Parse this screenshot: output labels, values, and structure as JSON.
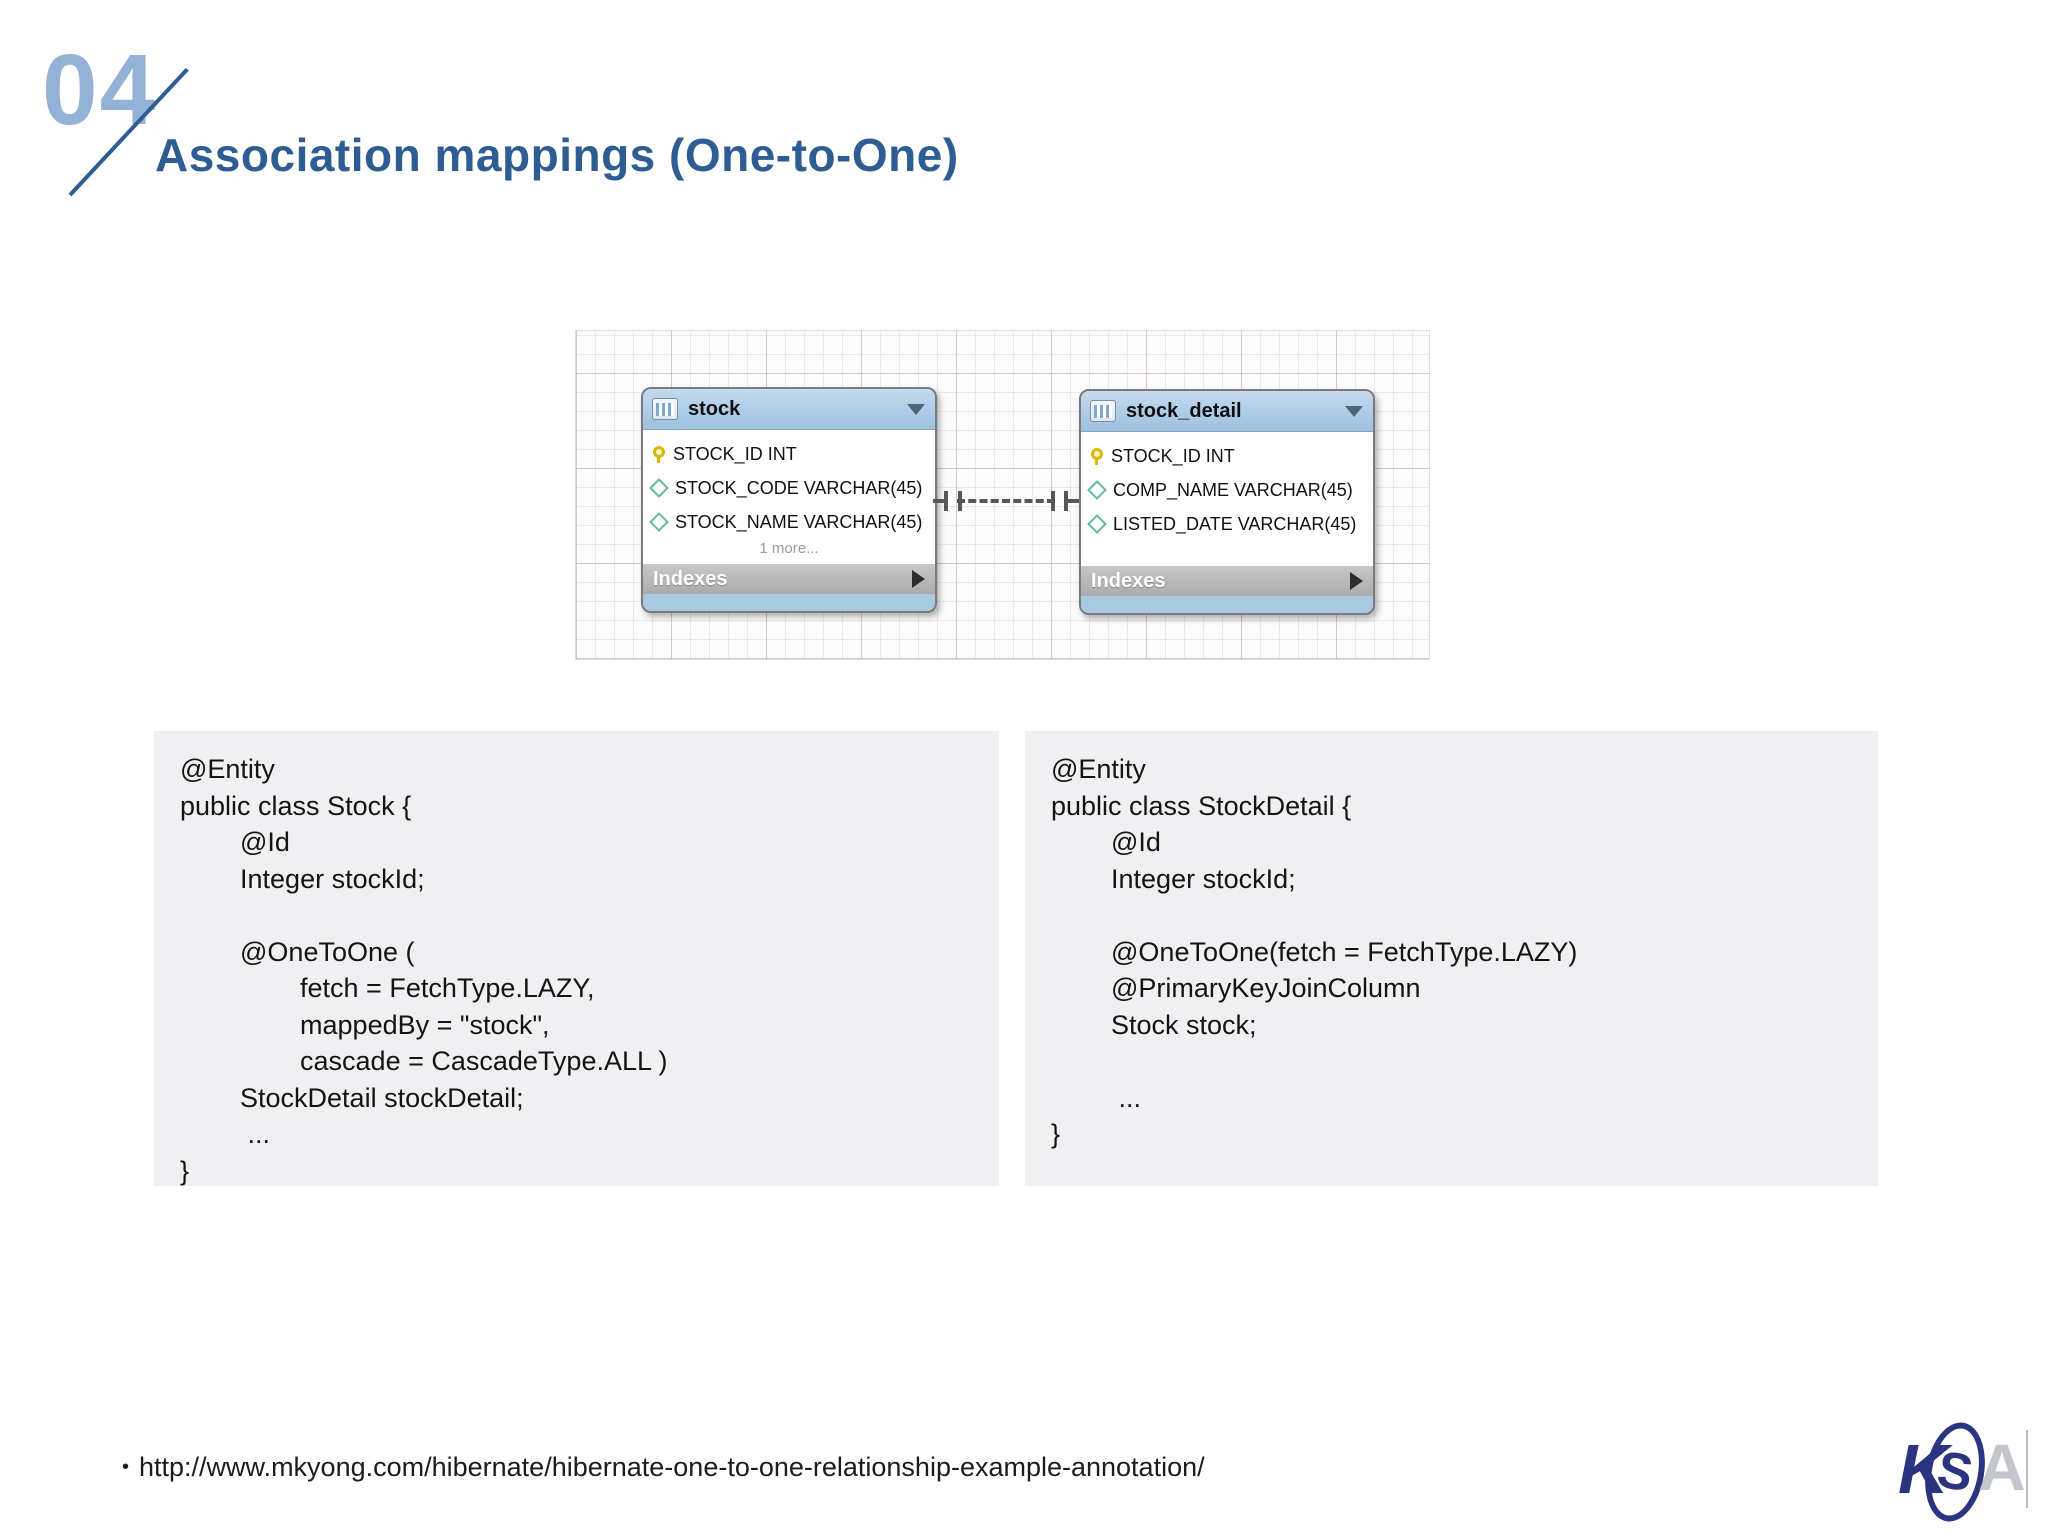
{
  "slide": {
    "number": "04",
    "title": "Association mappings (One-to-One)"
  },
  "erd": {
    "relationship": "one-to-one",
    "tables": [
      {
        "name": "stock",
        "columns": [
          {
            "icon": "key",
            "text": "STOCK_ID INT"
          },
          {
            "icon": "diamond",
            "text": "STOCK_CODE VARCHAR(45)"
          },
          {
            "icon": "diamond",
            "text": "STOCK_NAME VARCHAR(45)"
          }
        ],
        "more_label": "1 more...",
        "indexes_label": "Indexes"
      },
      {
        "name": "stock_detail",
        "columns": [
          {
            "icon": "key",
            "text": "STOCK_ID INT"
          },
          {
            "icon": "diamond",
            "text": "COMP_NAME VARCHAR(45)"
          },
          {
            "icon": "diamond",
            "text": "LISTED_DATE VARCHAR(45)"
          }
        ],
        "indexes_label": "Indexes"
      }
    ]
  },
  "code_panels": [
    {
      "code": "@Entity\npublic class Stock {\n        @Id\n        Integer stockId;\n\n        @OneToOne (\n                fetch = FetchType.LAZY,\n                mappedBy = \"stock\",\n                cascade = CascadeType.ALL )\n        StockDetail stockDetail;\n         ...\n}"
    },
    {
      "code": "@Entity\npublic class StockDetail {\n        @Id\n        Integer stockId;\n\n        @OneToOne(fetch = FetchType.LAZY)\n        @PrimaryKeyJoinColumn\n        Stock stock;\n\n         ...\n}"
    }
  ],
  "footer": {
    "bullet": "•",
    "url": "http://www.mkyong.com/hibernate/hibernate-one-to-one-relationship-example-annotation/"
  },
  "logo": {
    "k": "K",
    "s": "S",
    "a": "A"
  },
  "colors": {
    "slide_number": "#94b1d6",
    "title": "#2e5d94",
    "table_header": "#a9c9e0",
    "indexes_bar": "#b5b5b5",
    "code_panel_bg": "#f0eff2",
    "key_icon": "#d9b70c",
    "diamond_icon": "#63bd9b",
    "connector": "#575757",
    "logo_navy": "#2a3480",
    "logo_gray": "#c3c6cc"
  }
}
